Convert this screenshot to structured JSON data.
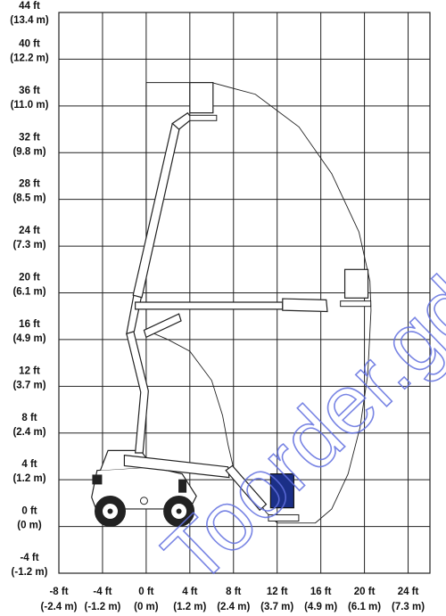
{
  "chart_data": {
    "type": "diagram",
    "title": "",
    "xlabel": "",
    "ylabel": "",
    "grid": true,
    "xlim": [
      -8,
      26
    ],
    "ylim": [
      -4,
      44
    ],
    "y_ticks": [
      {
        "value": 44,
        "ft": "44 ft",
        "m": "(13.4 m)"
      },
      {
        "value": 40,
        "ft": "40 ft",
        "m": "(12.2 m)"
      },
      {
        "value": 36,
        "ft": "36 ft",
        "m": "(11.0 m)"
      },
      {
        "value": 32,
        "ft": "32 ft",
        "m": "(9.8 m)"
      },
      {
        "value": 28,
        "ft": "28 ft",
        "m": "(8.5 m)"
      },
      {
        "value": 24,
        "ft": "24 ft",
        "m": "(7.3 m)"
      },
      {
        "value": 20,
        "ft": "20 ft",
        "m": "(6.1 m)"
      },
      {
        "value": 16,
        "ft": "16 ft",
        "m": "(4.9 m)"
      },
      {
        "value": 12,
        "ft": "12 ft",
        "m": "(3.7 m)"
      },
      {
        "value": 8,
        "ft": "8 ft",
        "m": "(2.4 m)"
      },
      {
        "value": 4,
        "ft": "4 ft",
        "m": "(1.2 m)"
      },
      {
        "value": 0,
        "ft": "0 ft",
        "m": "(0 m)"
      },
      {
        "value": -4,
        "ft": "-4 ft",
        "m": "(-1.2 m)"
      }
    ],
    "x_ticks": [
      {
        "value": -8,
        "ft": "-8 ft",
        "m": "(-2.4 m)"
      },
      {
        "value": -4,
        "ft": "-4 ft",
        "m": "(-1.2 m)"
      },
      {
        "value": 0,
        "ft": "0 ft",
        "m": "(0 m)"
      },
      {
        "value": 4,
        "ft": "4 ft",
        "m": "(1.2 m)"
      },
      {
        "value": 8,
        "ft": "8 ft",
        "m": "(2.4 m)"
      },
      {
        "value": 12,
        "ft": "12 ft",
        "m": "(3.7 m)"
      },
      {
        "value": 16,
        "ft": "16 ft",
        "m": "(4.9 m)"
      },
      {
        "value": 20,
        "ft": "20 ft",
        "m": "(6.1 m)"
      },
      {
        "value": 24,
        "ft": "24 ft",
        "m": "(7.3 m)"
      }
    ],
    "envelope": [
      [
        0,
        38
      ],
      [
        3.5,
        38
      ],
      [
        6,
        38
      ],
      [
        10,
        37
      ],
      [
        14,
        34.2
      ],
      [
        17,
        30.2
      ],
      [
        19.5,
        25.2
      ],
      [
        20.5,
        21
      ],
      [
        20.6,
        18.5
      ],
      [
        20.3,
        13
      ],
      [
        19.6,
        8.5
      ],
      [
        18.5,
        4.5
      ],
      [
        17,
        1.5
      ],
      [
        15.5,
        0.3
      ],
      [
        12,
        0.3
      ],
      [
        11,
        1.2
      ],
      [
        8,
        5
      ],
      [
        7.5,
        7
      ],
      [
        7,
        9.5
      ],
      [
        6,
        12.5
      ],
      [
        4,
        15
      ],
      [
        2,
        16
      ],
      [
        0,
        16.8
      ],
      [
        0,
        38
      ]
    ],
    "platform_positions": [
      {
        "name": "max-height",
        "x": 5,
        "y": 38
      },
      {
        "name": "max-outreach",
        "x": 19,
        "y": 19.5
      },
      {
        "name": "below-grade",
        "x": 13.5,
        "y": 1
      },
      {
        "name": "stowed",
        "x": 13.5,
        "y": 1
      }
    ],
    "watermark": "Toorder.gd",
    "colors": {
      "grid": "#222222",
      "ink": "#111111",
      "platform_highlight": "#1b2f87",
      "watermark": "#6270e0"
    }
  }
}
